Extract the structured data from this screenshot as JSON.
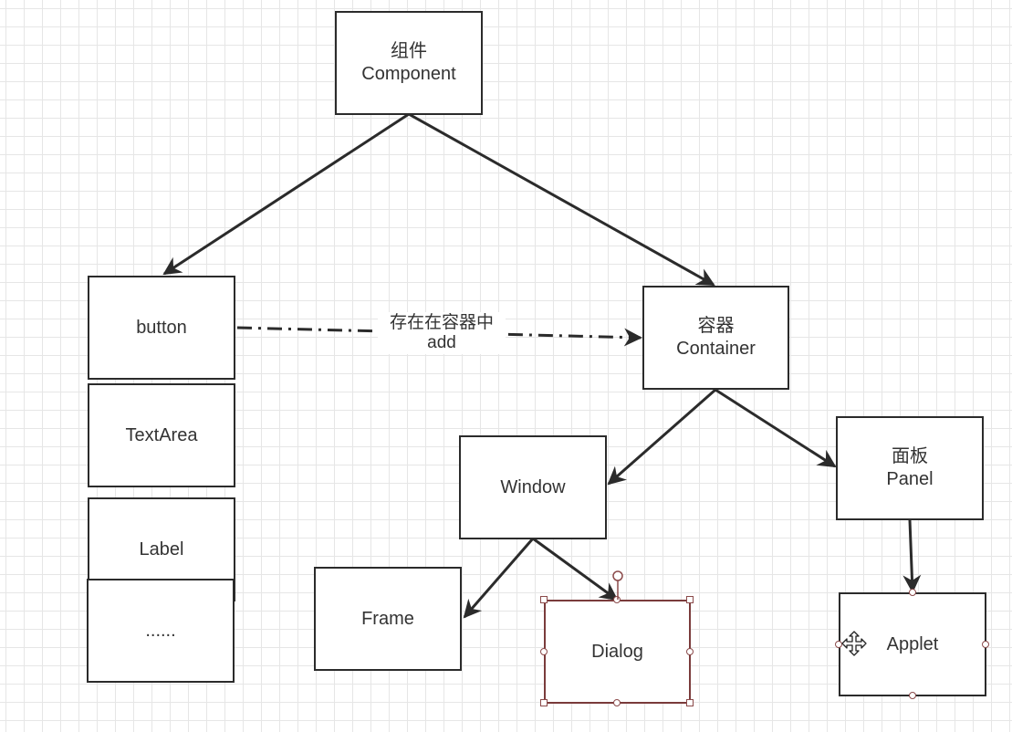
{
  "diagram": {
    "nodes": {
      "component": {
        "line1": "组件",
        "line2": "Component"
      },
      "button": {
        "label": "button"
      },
      "textarea": {
        "label": "TextArea"
      },
      "label": {
        "label": "Label"
      },
      "more": {
        "label": "......"
      },
      "container": {
        "line1": "容器",
        "line2": "Container"
      },
      "window": {
        "label": "Window"
      },
      "panel": {
        "line1": "面板",
        "line2": "Panel"
      },
      "frame": {
        "label": "Frame"
      },
      "dialog": {
        "label": "Dialog"
      },
      "applet": {
        "label": "Applet"
      }
    },
    "edge_label": {
      "line1": "存在在容器中",
      "line2": "add"
    }
  },
  "colors": {
    "line": "#2b2b2b",
    "selection": "#8b4a4a",
    "grid": "#e6e6e6"
  },
  "icons": {
    "cursor": "move-cursor-icon"
  }
}
